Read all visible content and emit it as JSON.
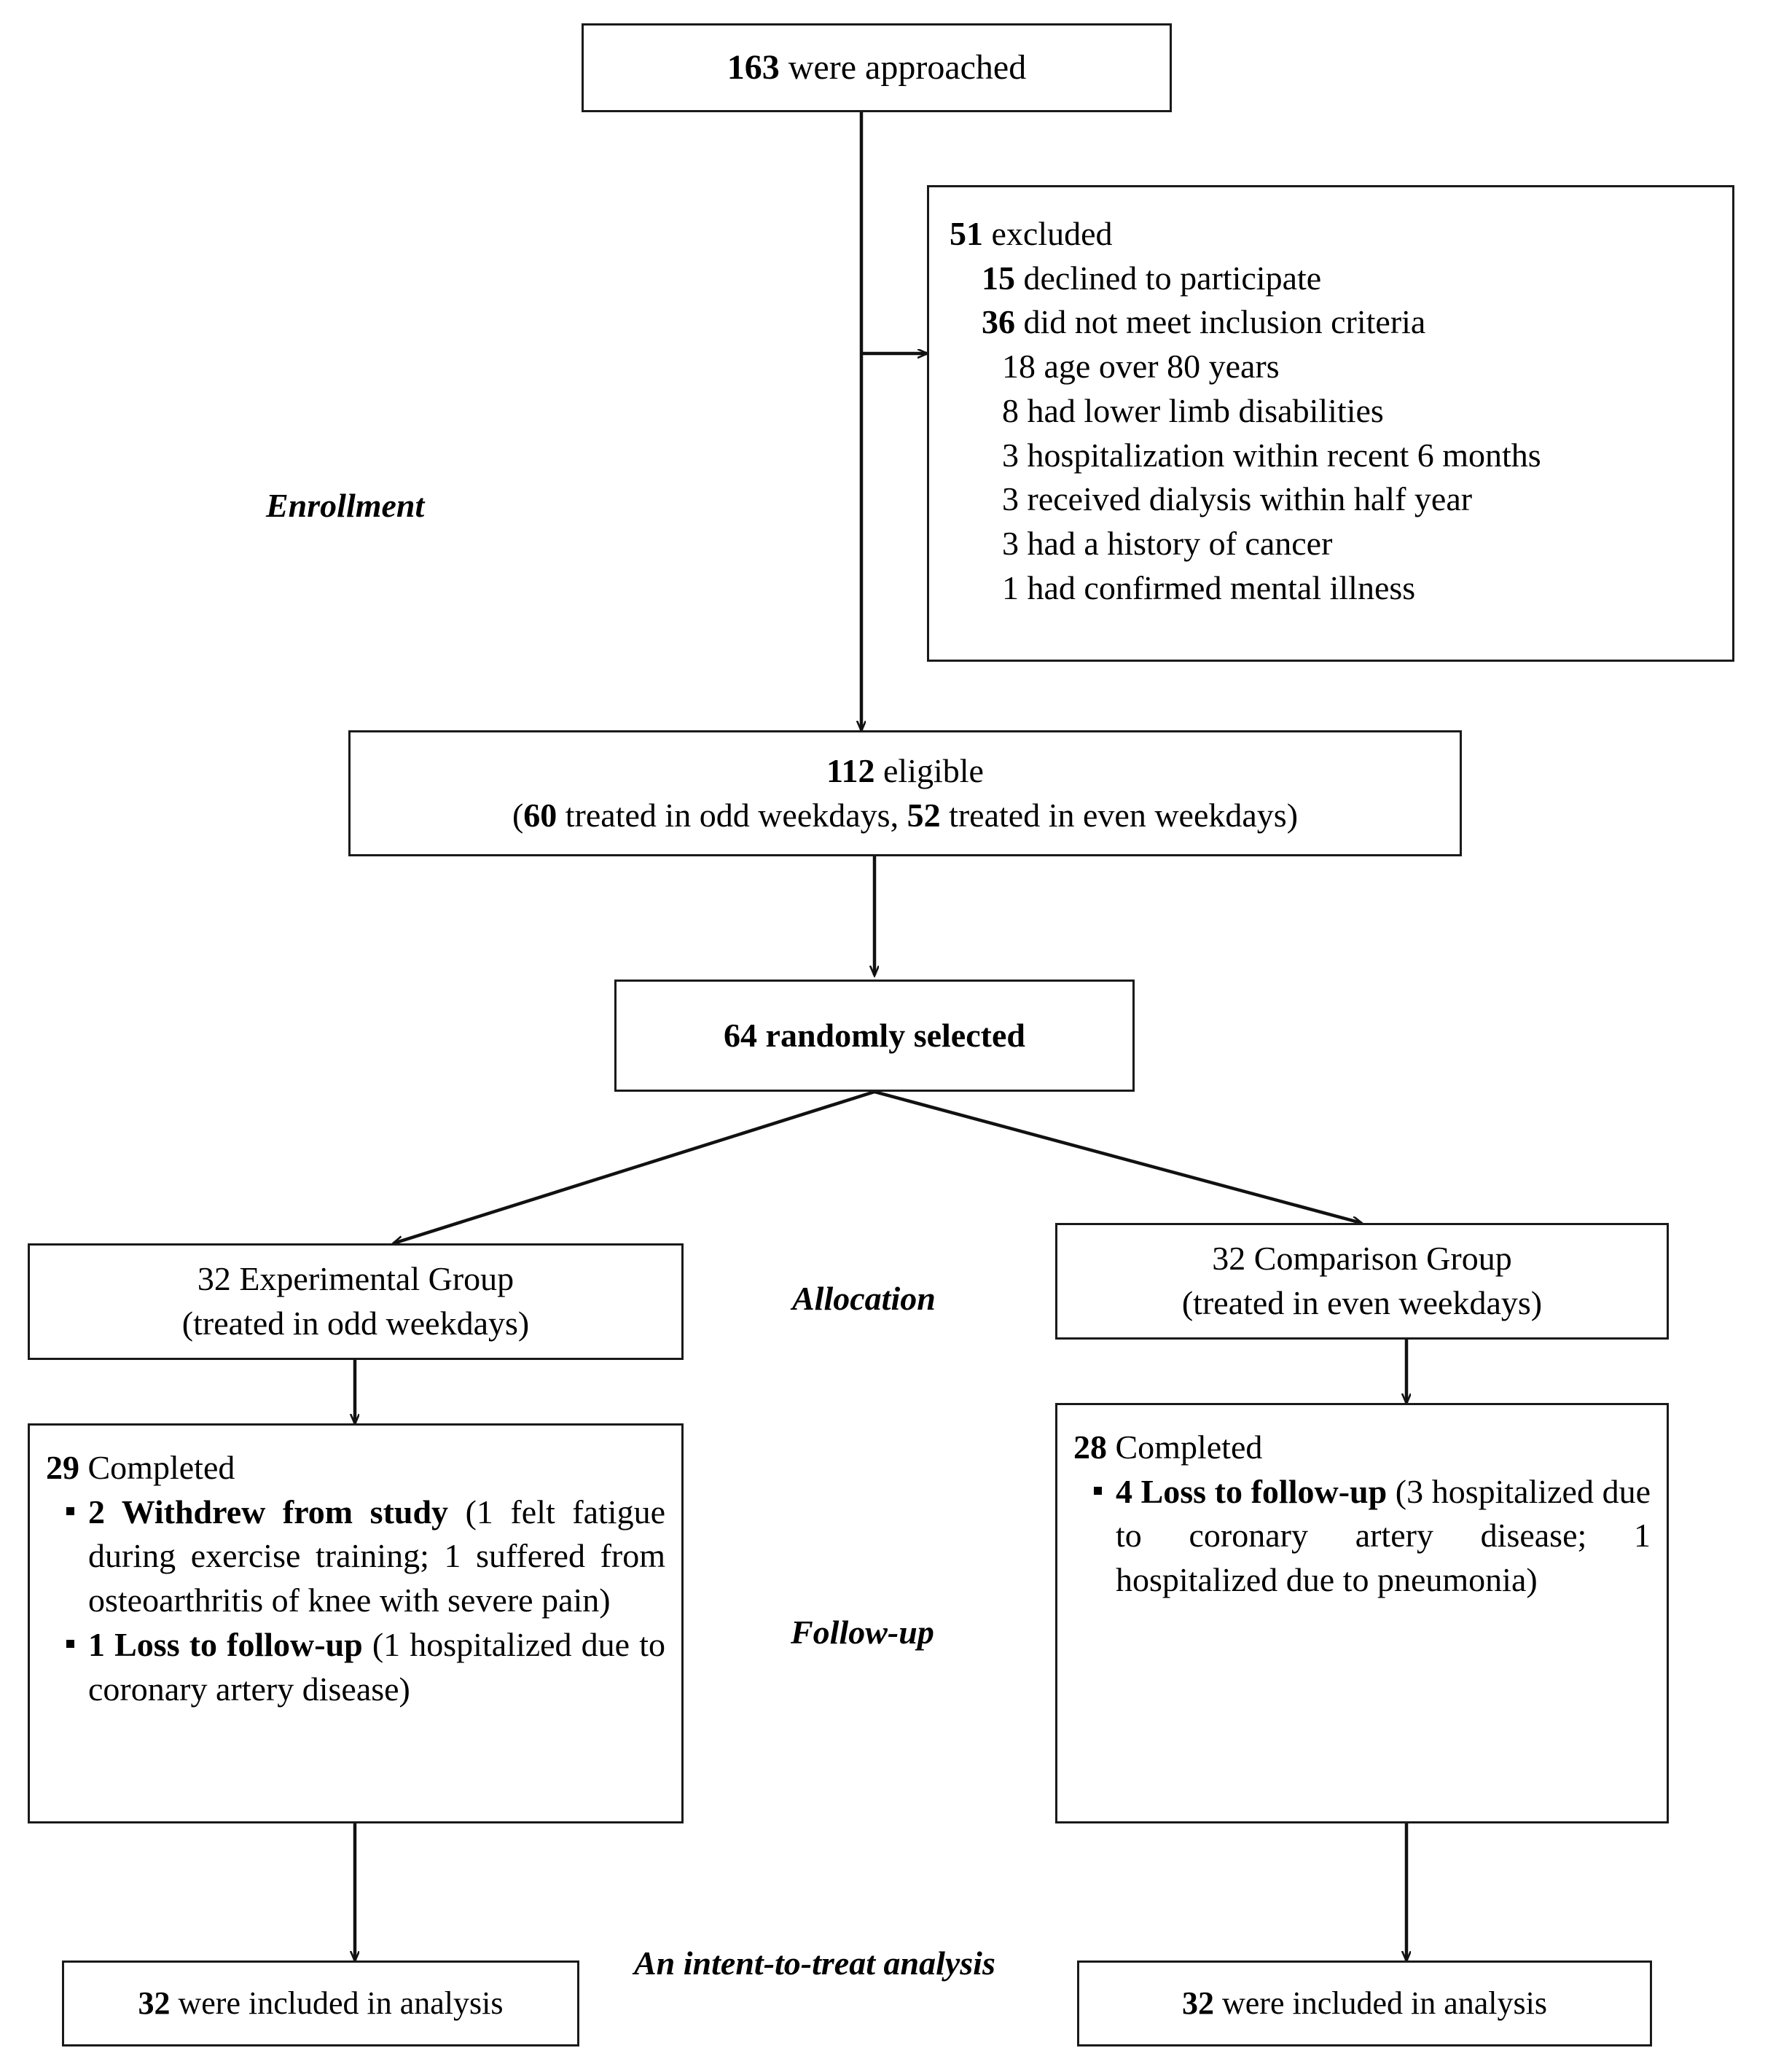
{
  "diagram": {
    "title": "CONSORT participant flow diagram",
    "stage_labels": [
      {
        "name": "enrollment",
        "text": "Enrollment"
      },
      {
        "name": "allocation",
        "text": "Allocation"
      },
      {
        "name": "follow-up",
        "text": "Follow-up"
      },
      {
        "name": "analysis",
        "text": "An intent-to-treat analysis"
      }
    ],
    "approached": {
      "count": "163",
      "rest": " were approached"
    },
    "excluded": {
      "heading_count": "51",
      "heading_rest": " excluded",
      "items": [
        {
          "count": "15",
          "text": " declined to participate",
          "level": 1
        },
        {
          "count": "36",
          "text": " did not meet inclusion criteria",
          "level": 1
        },
        {
          "count": "18",
          "text": " age over 80 years",
          "level": 2
        },
        {
          "count": "8",
          "text": " had lower limb disabilities",
          "level": 2
        },
        {
          "count": "3",
          "text": " hospitalization within recent 6 months",
          "level": 2
        },
        {
          "count": "3",
          "text": " received dialysis within half year",
          "level": 2
        },
        {
          "count": "3",
          "text": " had a history of cancer",
          "level": 2
        },
        {
          "count": "1",
          "text": " had confirmed mental illness",
          "level": 2
        }
      ]
    },
    "eligible": {
      "line1_count": "112",
      "line1_rest": " eligible",
      "line2_a_count": "60",
      "line2_a_text": " treated in odd weekdays, ",
      "line2_b_count": "52",
      "line2_b_text": " treated in even weekdays"
    },
    "randomized": {
      "text": "64 randomly selected"
    },
    "allocation_left": {
      "line1": "32 Experimental Group",
      "line2": "(treated in odd weekdays)"
    },
    "allocation_right": {
      "line1": "32 Comparison Group",
      "line2": "(treated in even weekdays)"
    },
    "followup_left": {
      "completed_count": "29",
      "completed_rest": " Completed",
      "items": [
        {
          "bold": "2 Withdrew from study",
          "rest": " (1 felt fatigue during exercise training; 1 suffered from osteoarthritis of knee with severe pain)"
        },
        {
          "bold": "1 Loss to follow-up",
          "rest": " (1 hospitalized due to coronary artery disease)"
        }
      ]
    },
    "followup_right": {
      "completed_count": "28",
      "completed_rest": " Completed",
      "items": [
        {
          "bold": "4 Loss to follow-up",
          "rest": " (3 hospitalized due to coronary artery disease; 1 hospitalized due to pneumonia)"
        }
      ]
    },
    "analysis_left": {
      "count": "32",
      "rest": " were included in analysis"
    },
    "analysis_right": {
      "count": "32",
      "rest": " were included in analysis"
    },
    "colors": {
      "border": "#1a1a1a",
      "text": "#000000",
      "background": "#ffffff"
    }
  }
}
